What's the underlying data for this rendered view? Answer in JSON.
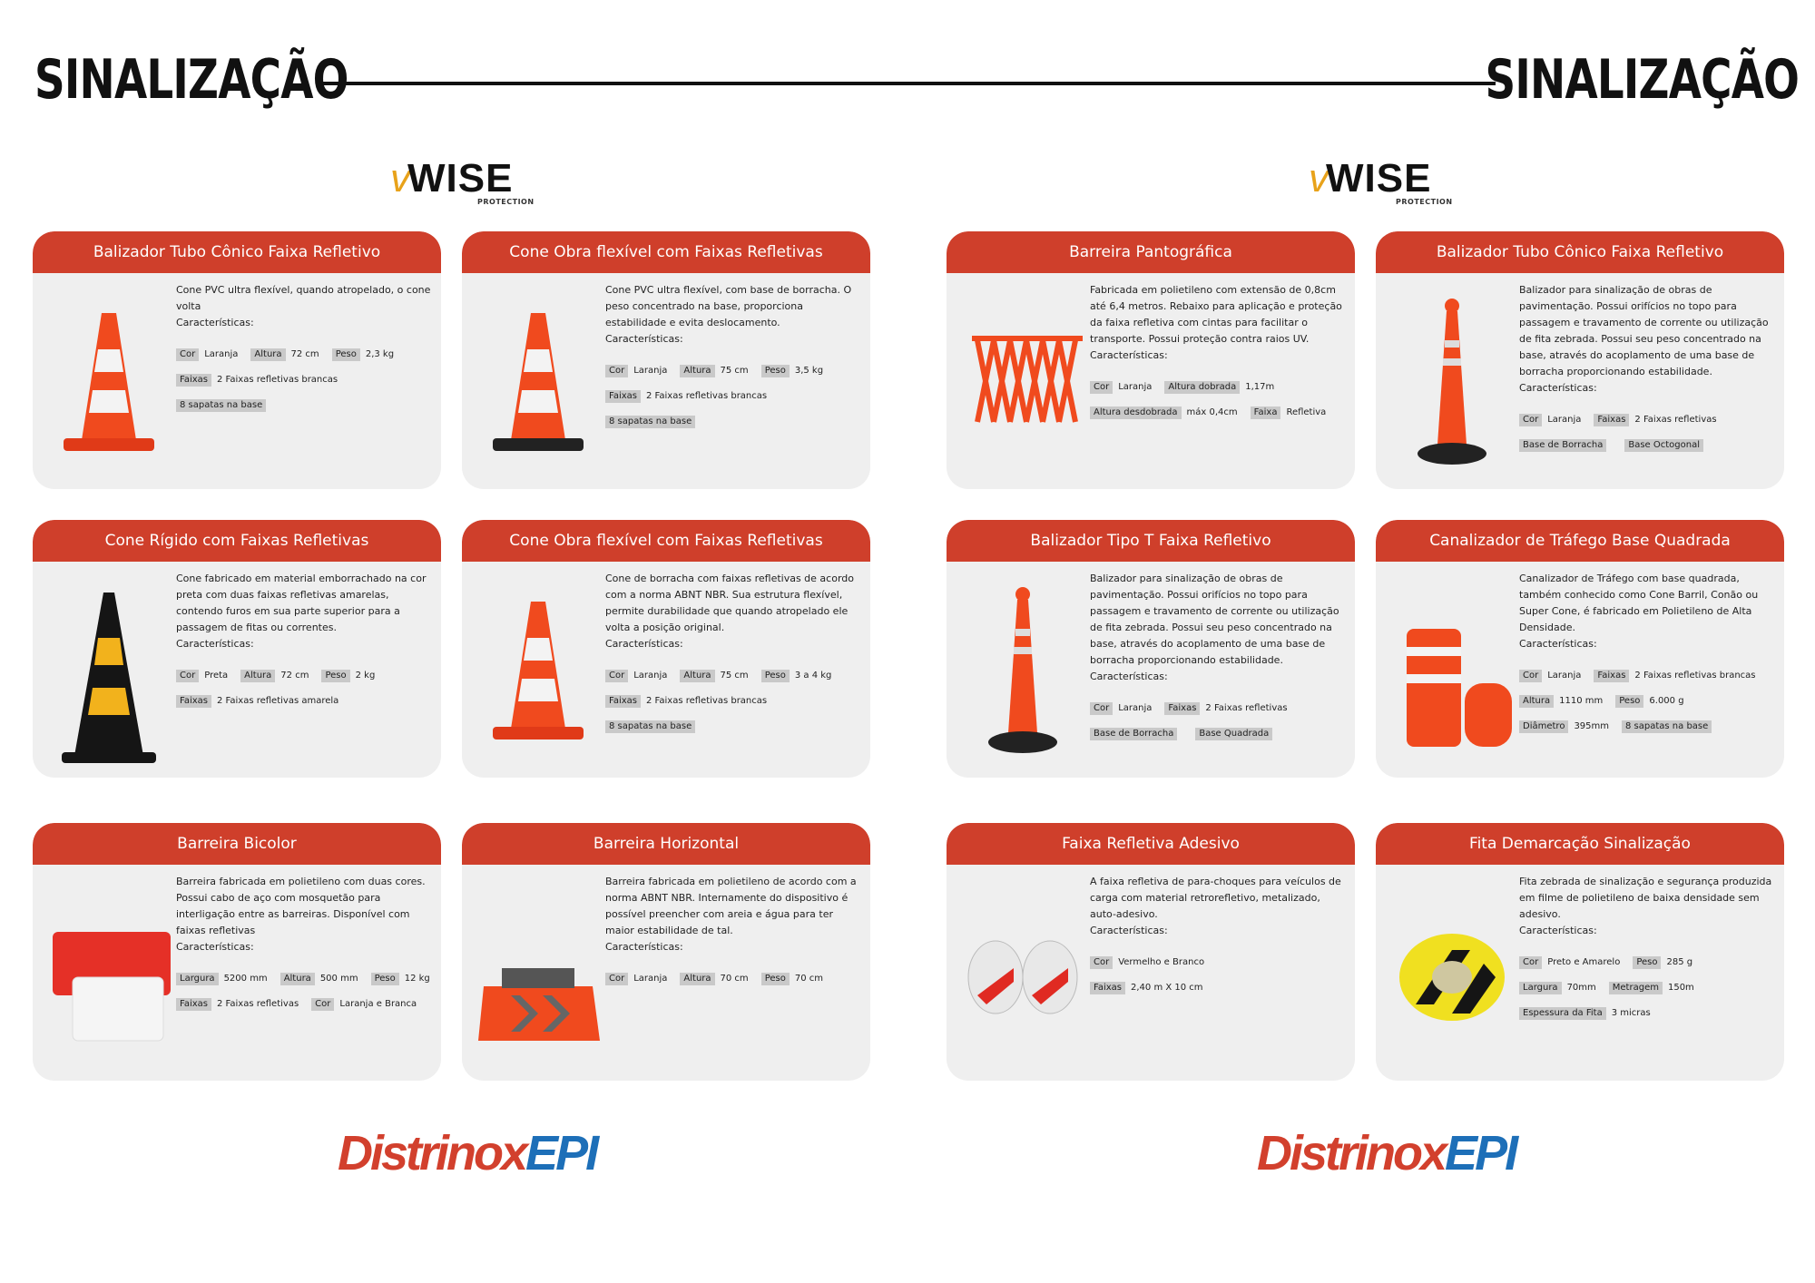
{
  "header": {
    "title_left": "SINALIZAÇÃO",
    "title_right": "SINALIZAÇÃO"
  },
  "brand": {
    "wise_text": "WISE",
    "wise_sub": "PROTECTION",
    "distrinox_a": "Distrinox",
    "distrinox_b": "EPI"
  },
  "common": {
    "caracteristicas": "Características:"
  },
  "cards": [
    {
      "title": "Balizador Tubo Cônico Faixa Refletivo",
      "desc": "Cone PVC ultra flexível, quando atropelado, o cone volta",
      "rows": [
        [
          {
            "k": "Cor",
            "v": "Laranja"
          },
          {
            "k": "Altura",
            "v": "72 cm"
          },
          {
            "k": "Peso",
            "v": "2,3 kg"
          }
        ],
        [
          {
            "k": "Faixas",
            "v": "2 Faixas refletivas brancas"
          }
        ],
        [
          {
            "k": "8 sapatas na base",
            "v": ""
          }
        ]
      ]
    },
    {
      "title": "Cone Obra flexível com Faixas Refletivas",
      "desc": "Cone PVC ultra flexível, com base de borracha. O peso concentrado na base, proporciona estabilidade e evita deslocamento.",
      "rows": [
        [
          {
            "k": "Cor",
            "v": "Laranja"
          },
          {
            "k": "Altura",
            "v": "75 cm"
          },
          {
            "k": "Peso",
            "v": "3,5 kg"
          }
        ],
        [
          {
            "k": "Faixas",
            "v": "2 Faixas refletivas brancas"
          }
        ],
        [
          {
            "k": "8 sapatas na base",
            "v": ""
          }
        ]
      ]
    },
    {
      "title": "Barreira Pantográfica",
      "desc": "Fabricada em polietileno com extensão de 0,8cm até 6,4 metros. Rebaixo para aplicação e proteção da faixa refletiva com cintas para facilitar o transporte. Possui proteção contra raios UV.",
      "rows": [
        [
          {
            "k": "Cor",
            "v": "Laranja"
          },
          {
            "k": "Altura dobrada",
            "v": "1,17m"
          }
        ],
        [
          {
            "k": "Altura desdobrada",
            "v": "máx 0,4cm"
          },
          {
            "k": "Faixa",
            "v": "Refletiva"
          }
        ]
      ]
    },
    {
      "title": "Balizador Tubo Cônico Faixa Refletivo",
      "desc": "Balizador para sinalização de obras de pavimentação. Possui orifícios no topo para passagem e travamento de corrente ou utilização de fita zebrada. Possui seu peso concentrado na base, através do acoplamento de uma base de borracha proporcionando estabilidade.",
      "rows": [
        [
          {
            "k": "Cor",
            "v": "Laranja"
          },
          {
            "k": "Faixas",
            "v": "2 Faixas refletivas"
          }
        ],
        [
          {
            "k": "Base de Borracha",
            "v": ""
          },
          {
            "k": "Base Octogonal",
            "v": ""
          }
        ]
      ]
    },
    {
      "title": "Cone Rígido com Faixas Refletivas",
      "desc": "Cone fabricado em material emborrachado na cor preta com duas faixas refletivas amarelas, contendo furos em sua parte superior para a passagem de fitas ou correntes.",
      "rows": [
        [
          {
            "k": "Cor",
            "v": "Preta"
          },
          {
            "k": "Altura",
            "v": "72 cm"
          },
          {
            "k": "Peso",
            "v": "2 kg"
          }
        ],
        [
          {
            "k": "Faixas",
            "v": "2 Faixas refletivas amarela"
          }
        ]
      ]
    },
    {
      "title": "Cone Obra flexível com Faixas Refletivas",
      "desc": "Cone de borracha com faixas refletivas de acordo com a norma ABNT NBR. Sua estrutura flexível, permite durabilidade que quando atropelado ele volta a posição original.",
      "rows": [
        [
          {
            "k": "Cor",
            "v": "Laranja"
          },
          {
            "k": "Altura",
            "v": "75 cm"
          },
          {
            "k": "Peso",
            "v": "3 a 4 kg"
          }
        ],
        [
          {
            "k": "Faixas",
            "v": "2 Faixas refletivas brancas"
          }
        ],
        [
          {
            "k": "8 sapatas na base",
            "v": ""
          }
        ]
      ]
    },
    {
      "title": "Balizador Tipo T Faixa Refletivo",
      "desc": "Balizador para sinalização de obras de pavimentação. Possui orifícios no topo para passagem e travamento de corrente ou utilização de fita zebrada. Possui seu peso concentrado na base, através do acoplamento de uma base de borracha proporcionando estabilidade.",
      "rows": [
        [
          {
            "k": "Cor",
            "v": "Laranja"
          },
          {
            "k": "Faixas",
            "v": "2 Faixas refletivas"
          }
        ],
        [
          {
            "k": "Base de Borracha",
            "v": ""
          },
          {
            "k": "Base Quadrada",
            "v": ""
          }
        ]
      ]
    },
    {
      "title": "Canalizador de Tráfego Base Quadrada",
      "desc": "Canalizador de Tráfego com base quadrada, também conhecido como Cone Barril, Conão ou Super Cone, é fabricado em Polietileno de Alta Densidade.",
      "rows": [
        [
          {
            "k": "Cor",
            "v": "Laranja"
          },
          {
            "k": "Faixas",
            "v": "2 Faixas refletivas brancas"
          }
        ],
        [
          {
            "k": "Altura",
            "v": "1110 mm"
          },
          {
            "k": "Peso",
            "v": "6.000 g"
          }
        ],
        [
          {
            "k": "Diâmetro",
            "v": "395mm"
          },
          {
            "k": "8 sapatas na base",
            "v": ""
          }
        ]
      ]
    },
    {
      "title": "Barreira Bicolor",
      "desc": "Barreira fabricada em polietileno com duas cores. Possui cabo de aço com mosquetão para interligação entre as barreiras. Disponível com faixas refletivas",
      "rows": [
        [
          {
            "k": "Largura",
            "v": "5200 mm"
          },
          {
            "k": "Altura",
            "v": "500 mm"
          },
          {
            "k": "Peso",
            "v": "12 kg"
          }
        ],
        [
          {
            "k": "Faixas",
            "v": "2 Faixas refletivas"
          },
          {
            "k": "Cor",
            "v": "Laranja e Branca"
          }
        ]
      ]
    },
    {
      "title": "Barreira Horizontal",
      "desc": "Barreira fabricada em polietileno de acordo com a norma ABNT NBR. Internamente do dispositivo é possível preencher com areia e água para ter maior estabilidade de tal.",
      "rows": [
        [
          {
            "k": "Cor",
            "v": "Laranja"
          },
          {
            "k": "Altura",
            "v": "70 cm"
          },
          {
            "k": "Peso",
            "v": "70 cm"
          }
        ]
      ]
    },
    {
      "title": "Faixa Refletiva Adesivo",
      "desc": "A faixa refletiva de para-choques para veículos de carga com material retrorefletivo, metalizado, auto-adesivo.",
      "rows": [
        [
          {
            "k": "Cor",
            "v": "Vermelho e Branco"
          }
        ],
        [
          {
            "k": "Faixas",
            "v": "2,40 m X 10 cm"
          }
        ]
      ]
    },
    {
      "title": "Fita Demarcação Sinalização",
      "desc": "Fita zebrada de sinalização e segurança produzida em filme de polietileno de baixa densidade sem adesivo.",
      "rows": [
        [
          {
            "k": "Cor",
            "v": "Preto e Amarelo"
          },
          {
            "k": "Peso",
            "v": "285 g"
          }
        ],
        [
          {
            "k": "Largura",
            "v": "70mm"
          },
          {
            "k": "Metragem",
            "v": "150m"
          }
        ],
        [
          {
            "k": "Espessura da Fita",
            "v": "3 micras"
          }
        ]
      ]
    }
  ]
}
